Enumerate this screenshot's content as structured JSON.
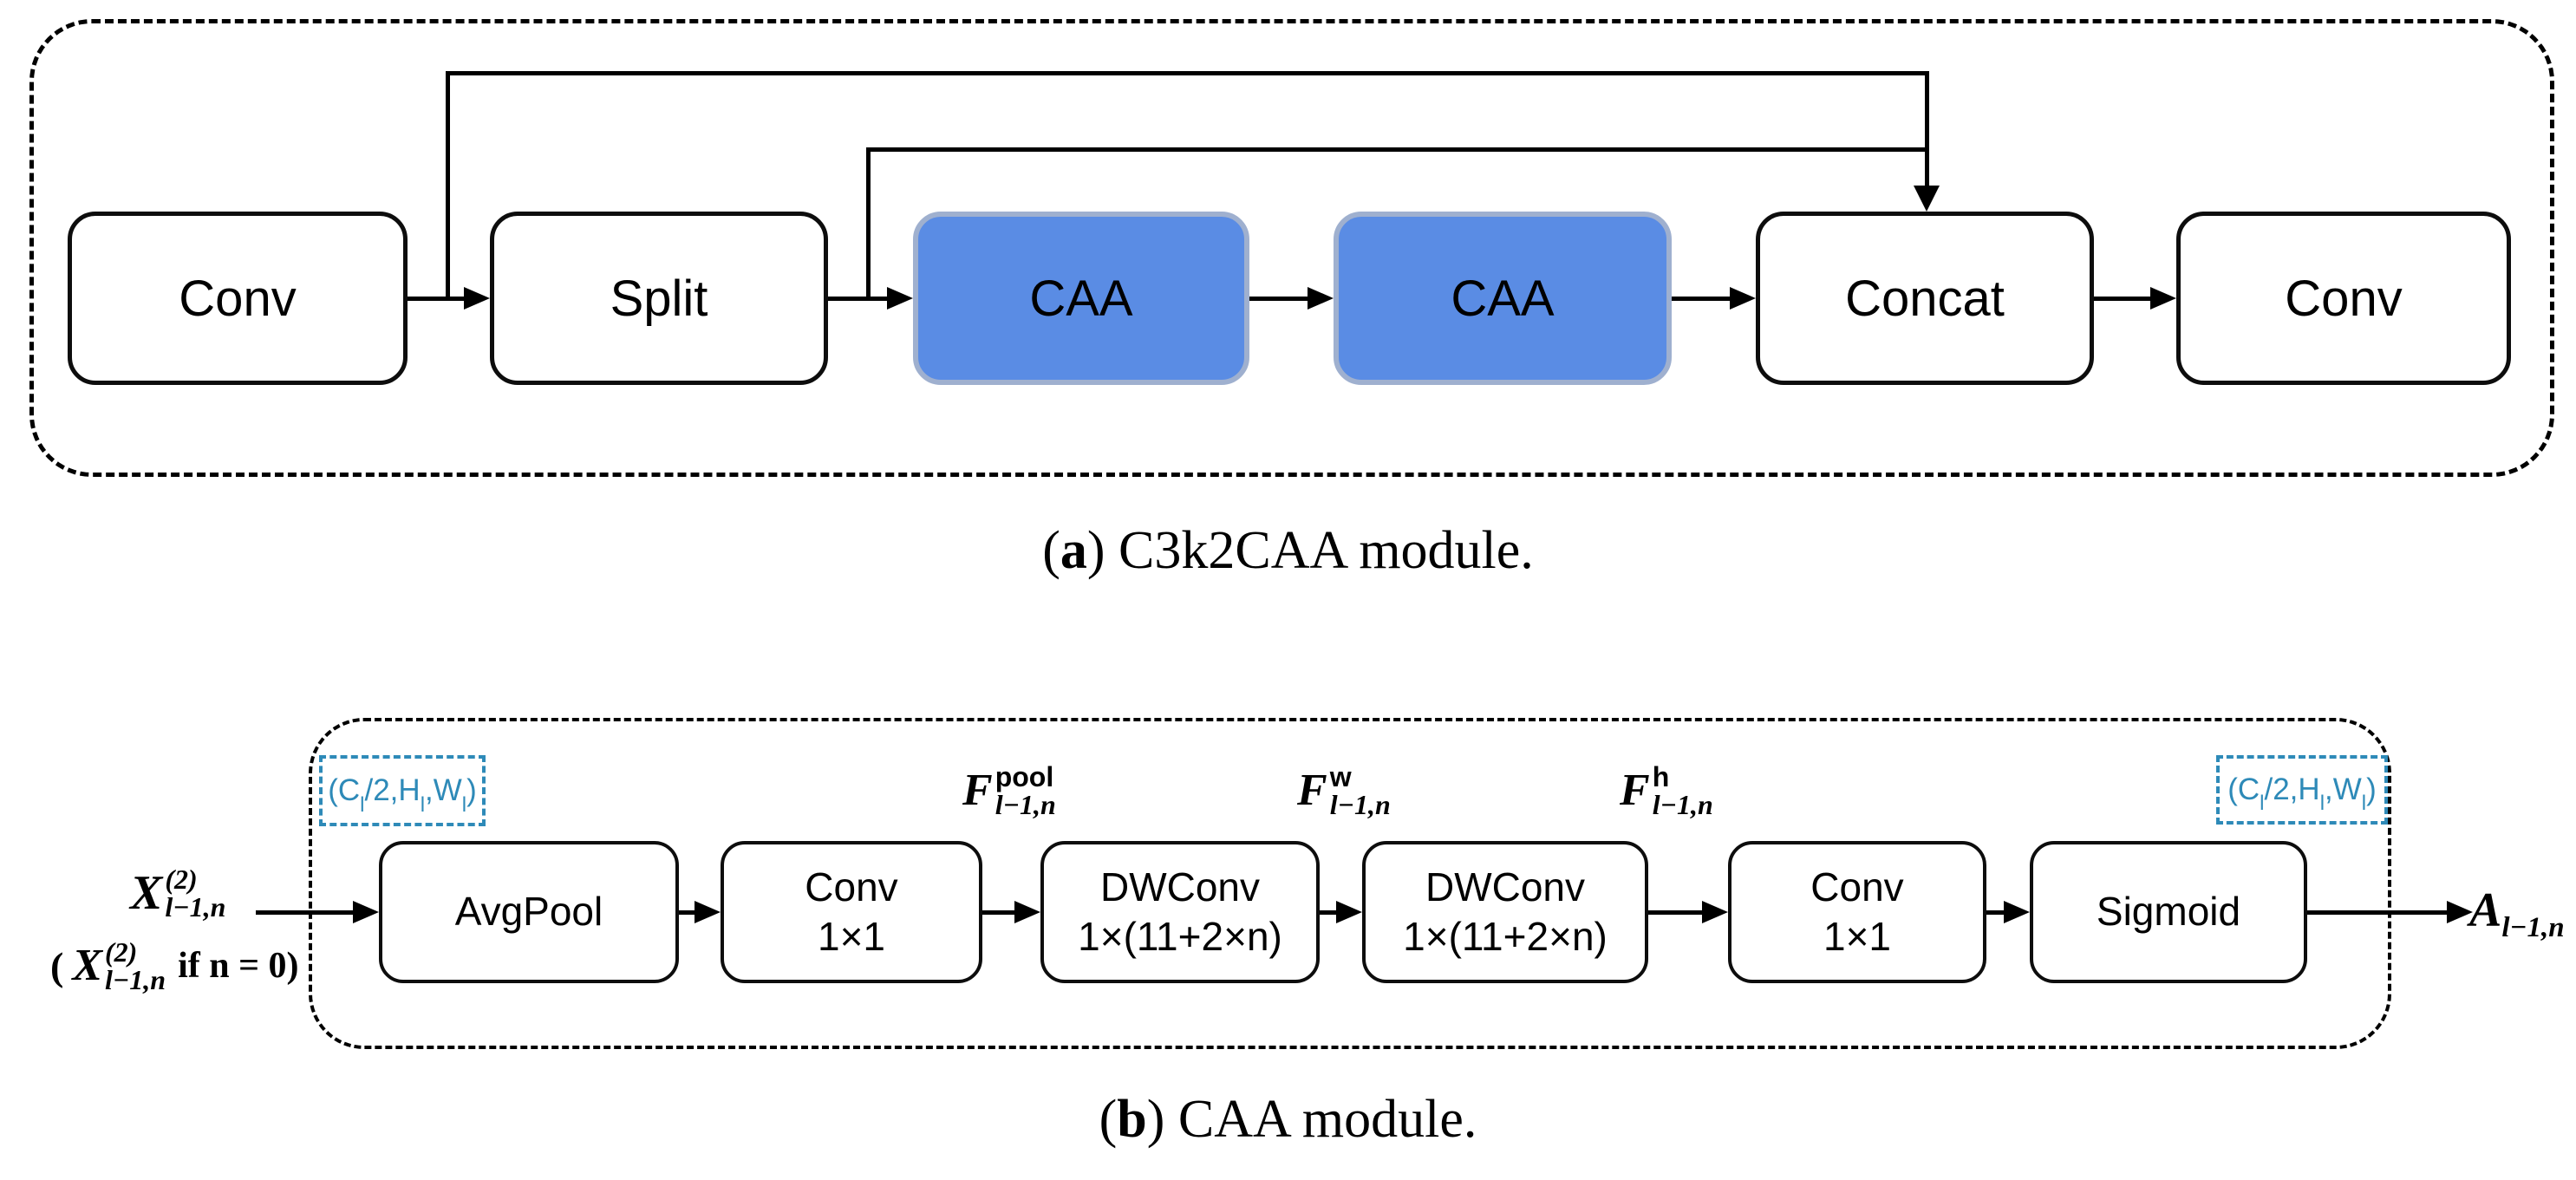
{
  "colors": {
    "caa_fill": "#5a8ce4",
    "caa_border": "#9fb0cf",
    "teal": "#2e8ab8"
  },
  "panel_a": {
    "boxes": [
      {
        "label": "Conv"
      },
      {
        "label": "Split"
      },
      {
        "label": "CAA"
      },
      {
        "label": "CAA"
      },
      {
        "label": "Concat"
      },
      {
        "label": "Conv"
      }
    ],
    "caption": {
      "open": "(",
      "bold": "a",
      "rest": ") C3k2CAA module."
    }
  },
  "panel_b": {
    "boxes": [
      {
        "line1": "AvgPool"
      },
      {
        "line1": "Conv",
        "line2": "1×1"
      },
      {
        "line1": "DWConv",
        "line2": "1×(11+2×n)"
      },
      {
        "line1": "DWConv",
        "line2": "1×(11+2×n)"
      },
      {
        "line1": "Conv",
        "line2": "1×1"
      },
      {
        "line1": "Sigmoid"
      }
    ],
    "dims": {
      "p1": "(C",
      "s1": "l",
      "p2": "/2,H",
      "s2": "l",
      "p3": ",W",
      "s3": "l",
      "p4": ")"
    },
    "f_labels": [
      {
        "base": "F",
        "sup": "pool",
        "sub": "l−1,n"
      },
      {
        "base": "F",
        "sup": "w",
        "sub": "l−1,n"
      },
      {
        "base": "F",
        "sup": "h",
        "sub": "l−1,n"
      }
    ],
    "input": {
      "base": "X",
      "sup": "(2)",
      "sub": "l−1,n"
    },
    "input_cond": {
      "open": "(",
      "base": "X",
      "sup": "(2)",
      "sub": "l−1,n",
      "cond": "if n = 0)"
    },
    "output": {
      "base": "A",
      "sub": "l−1,n"
    },
    "caption": {
      "open": "(",
      "bold": "b",
      "rest": ") CAA module."
    }
  }
}
